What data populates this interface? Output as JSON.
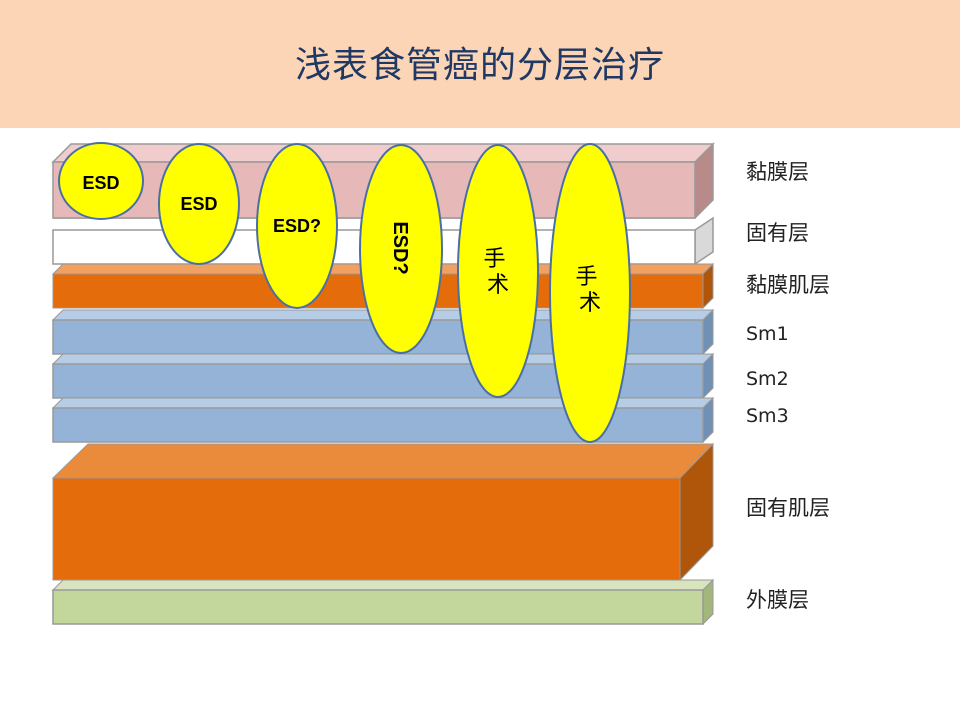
{
  "title": "浅表食管癌的分层治疗",
  "layers": [
    {
      "id": "mucosa",
      "label": "黏膜层"
    },
    {
      "id": "lamina-propria",
      "label": "固有层"
    },
    {
      "id": "muscularis-mucosae",
      "label": "黏膜肌层"
    },
    {
      "id": "sm1",
      "label": "Sm1"
    },
    {
      "id": "sm2",
      "label": "Sm2"
    },
    {
      "id": "sm3",
      "label": "Sm3"
    },
    {
      "id": "muscularis-propria",
      "label": "固有肌层"
    },
    {
      "id": "adventitia",
      "label": "外膜层"
    }
  ],
  "treatments": [
    {
      "label": "ESD"
    },
    {
      "label": "ESD"
    },
    {
      "label": "ESD?"
    },
    {
      "label": "ESD?"
    },
    {
      "label": "手术"
    },
    {
      "label": "手术"
    }
  ],
  "colors": {
    "title_band": "#fbd5b5",
    "mucosa": "#e6b9b8",
    "lamina_propria": "#ffffff",
    "muscle_orange": "#e46c0a",
    "submucosa_blue": "#95b3d7",
    "adventitia_green": "#c3d69b",
    "treatment_yellow": "#ffff00"
  }
}
